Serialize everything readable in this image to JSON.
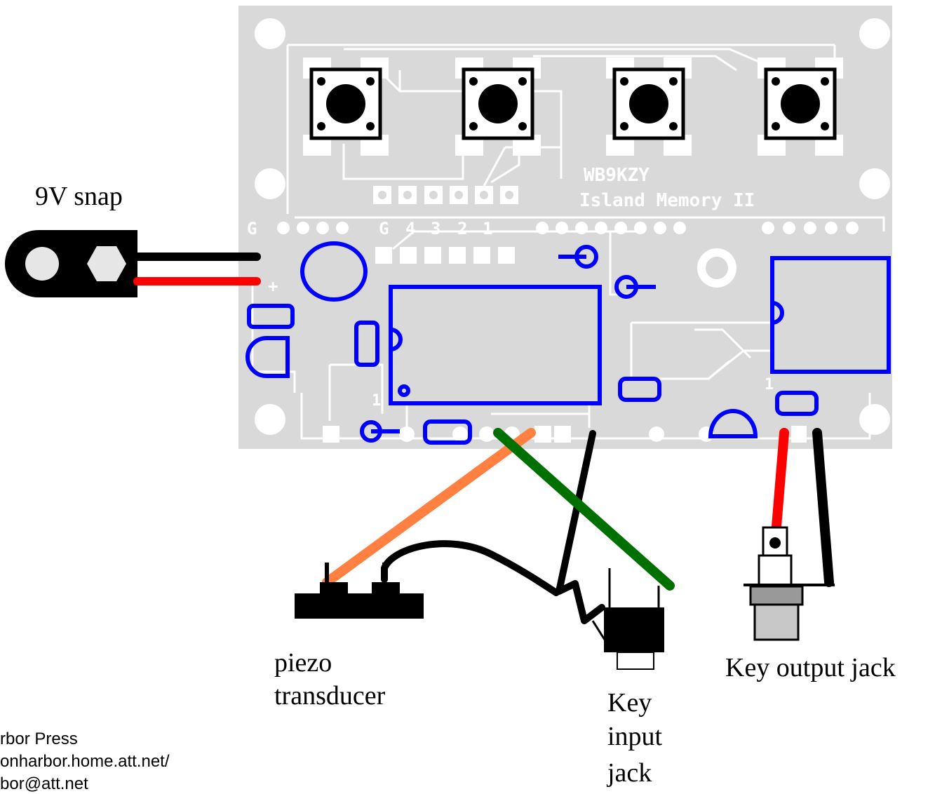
{
  "labels": {
    "battery": "9V snap",
    "piezo_line1": "piezo",
    "piezo_line2": "transducer",
    "key_input_line1": "Key",
    "key_input_line2": "input",
    "key_input_line3": "jack",
    "key_output": "Key output jack"
  },
  "board": {
    "silkscreen_line1": "WB9KZY",
    "silkscreen_line2": "Island Memory II",
    "pin_labels": [
      "G",
      "G",
      "4",
      "3",
      "2",
      "1"
    ],
    "plus_mark": "+",
    "pin1_marks": [
      "1",
      "1"
    ]
  },
  "footer": {
    "line1": "rbor Press",
    "line2": "onharbor.home.att.net/",
    "line3": "bor@att.net"
  },
  "colors": {
    "board": "#d9d9d9",
    "component_outline": "#0000ff",
    "wire_black": "#000000",
    "wire_red": "#ff0000",
    "wire_orange": "#ff8040",
    "wire_green": "#007000"
  }
}
